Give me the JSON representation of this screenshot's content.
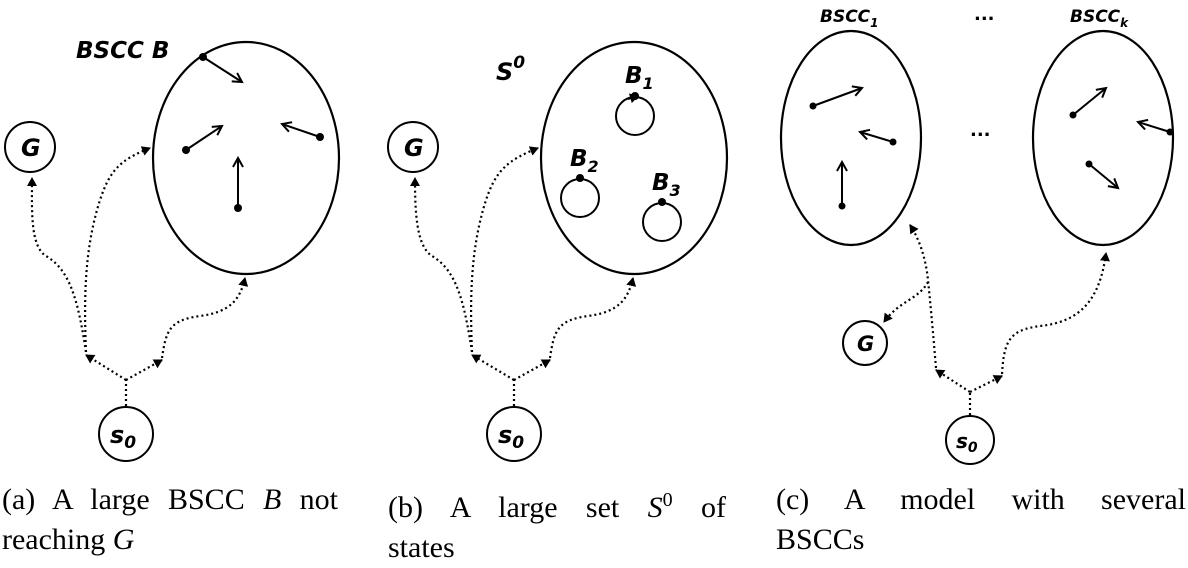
{
  "panel_a": {
    "bscc_label": "BSCC B",
    "goal_label": "G",
    "start_label": "s",
    "start_sub": "0"
  },
  "panel_b": {
    "set_label": "S",
    "set_sup": "0",
    "goal_label": "G",
    "start_label": "s",
    "start_sub": "0",
    "b1_label": "B",
    "b1_sub": "1",
    "b2_label": "B",
    "b2_sub": "2",
    "b3_label": "B",
    "b3_sub": "3"
  },
  "panel_c": {
    "bscc1_label": "BSCC",
    "bscc1_sub": "1",
    "bsccK_label": "BSCC",
    "bsccK_sub": "k",
    "ellipsis_top": "...",
    "ellipsis_mid": "...",
    "goal_label": "G",
    "start_label": "s",
    "start_sub": "0"
  },
  "captions": {
    "a_prefix": "(a) A large BSCC ",
    "a_var": "B",
    "a_suffix": " not",
    "a_line2": "reaching ",
    "a_line2_var": "G",
    "b_prefix": "(b) A large set ",
    "b_var": "S",
    "b_sup": "0",
    "b_suffix": " of",
    "b_line2": "states",
    "c_line1": "(c) A model with several",
    "c_line2": "BSCCs"
  }
}
